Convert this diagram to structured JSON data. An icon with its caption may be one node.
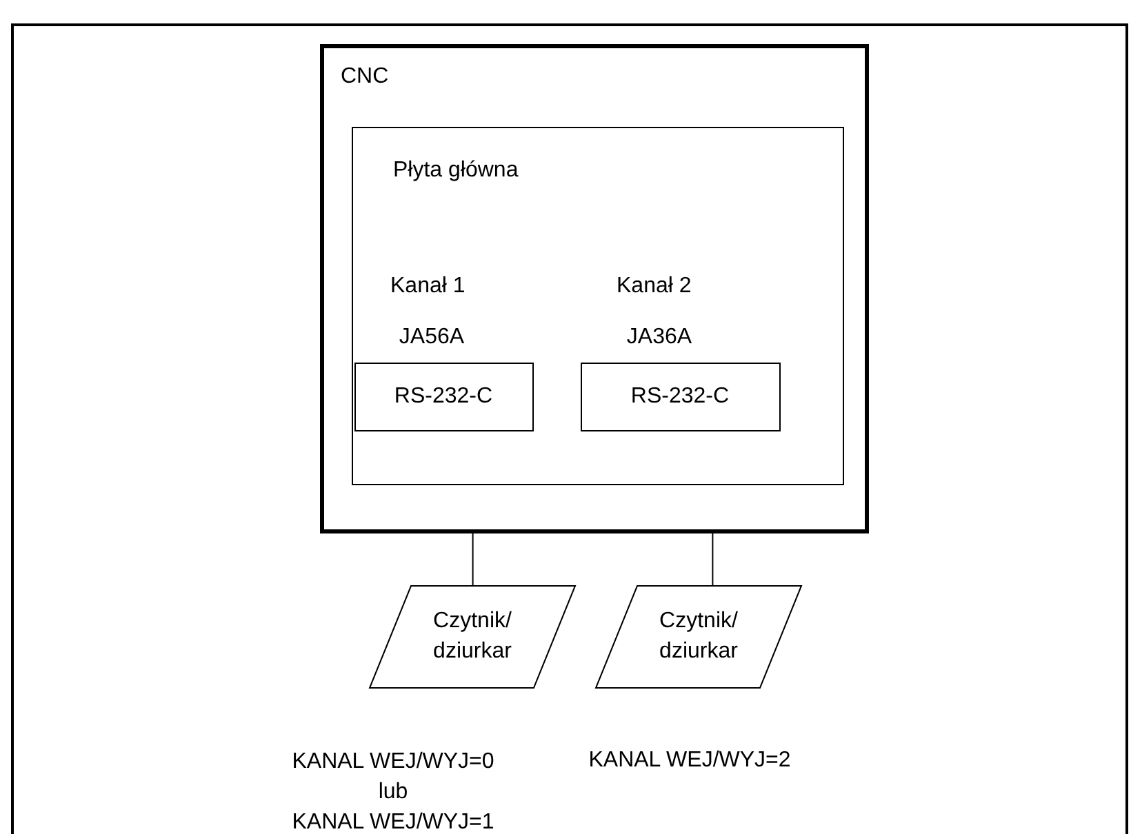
{
  "diagram": {
    "nodes": [
      {
        "text": [
          "CNC"
        ]
      },
      {
        "text": [
          "Płyta główna"
        ],
        "in": 0
      },
      {
        "text": [
          "RS-232-C"
        ],
        "in": 1,
        "beside": [
          "Kanał 1",
          "JA56A"
        ]
      },
      {
        "text": [
          "RS-232-C"
        ],
        "in": 1,
        "beside": [
          "Kanał 2",
          "JA36A"
        ]
      },
      {
        "text": [
          "Czytnik/ dziurkar"
        ],
        "beside": [
          "KANAL WEJ/WYJ=0",
          "lub",
          "KANAL WEJ/WYJ=1"
        ]
      },
      {
        "text": [
          "Czytnik/ dziurkar"
        ],
        "beside": [
          "KANAL WEJ/WYJ=2"
        ]
      }
    ],
    "edges": [
      {
        "from": 2,
        "to": 4,
        "arrow": "none"
      },
      {
        "from": 3,
        "to": 5,
        "arrow": "none"
      }
    ]
  }
}
